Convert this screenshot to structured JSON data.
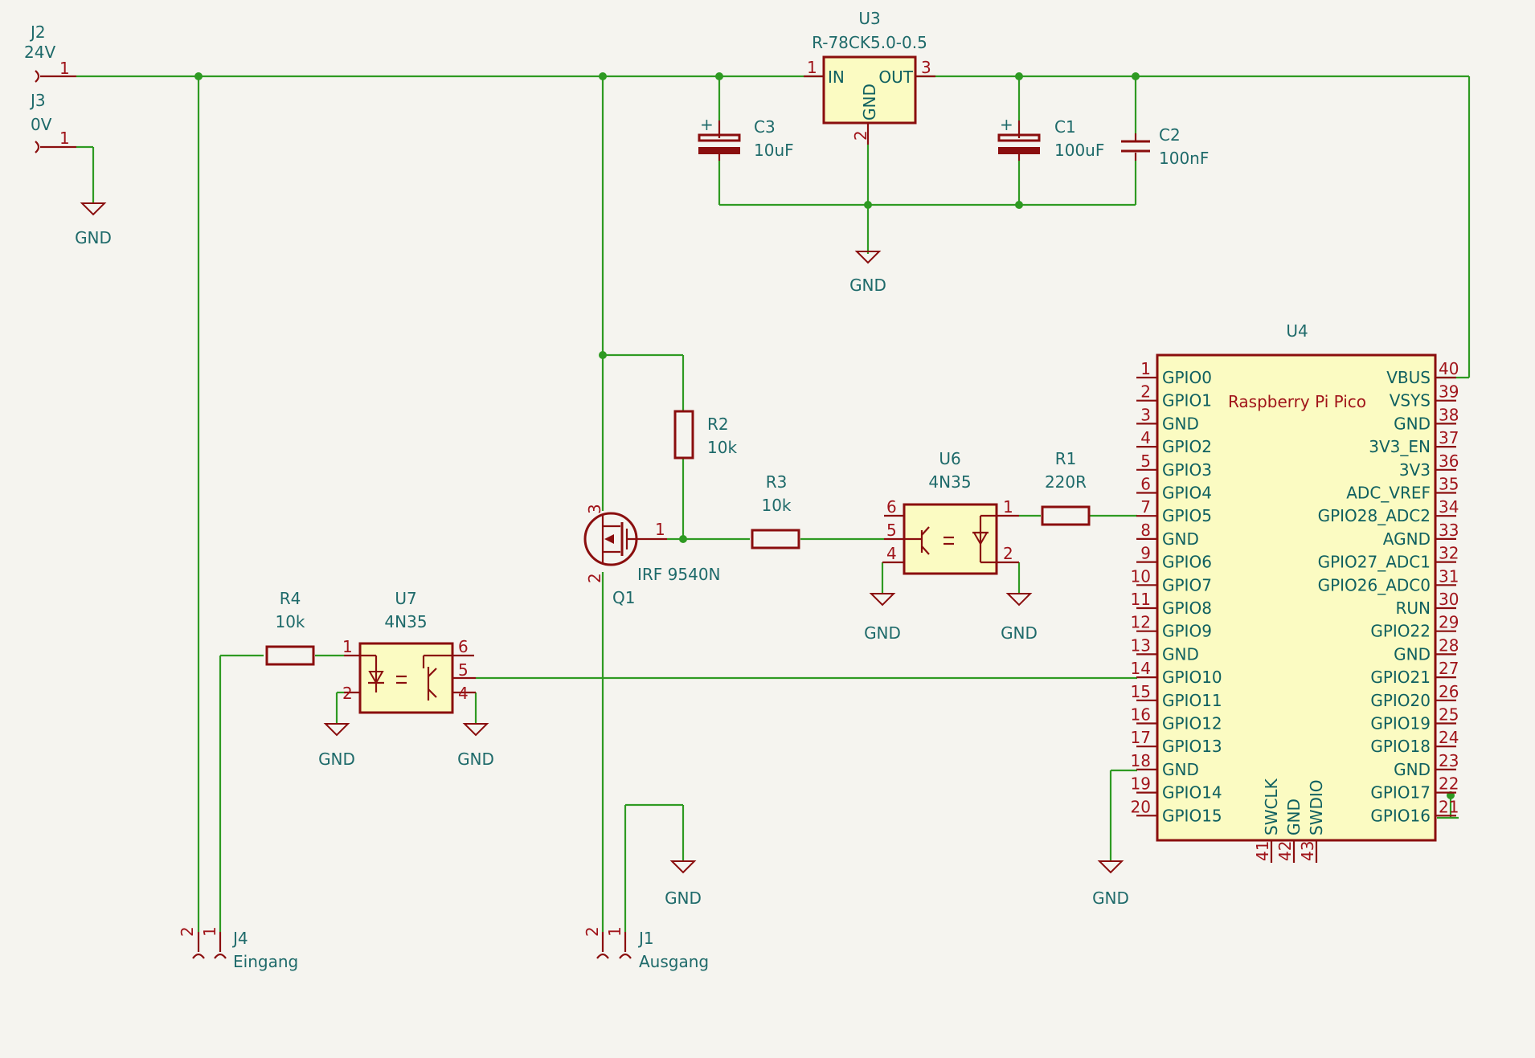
{
  "connectors": {
    "j2": {
      "ref": "J2",
      "value": "24V",
      "pin1": "1"
    },
    "j3": {
      "ref": "J3",
      "value": "0V",
      "pin1": "1"
    },
    "j4": {
      "ref": "J4",
      "value": "Eingang",
      "pin1": "1",
      "pin2": "2"
    },
    "j1": {
      "ref": "J1",
      "value": "Ausgang",
      "pin1": "1",
      "pin2": "2"
    }
  },
  "regulator": {
    "ref": "U3",
    "value": "R-78CK5.0-0.5",
    "pin_in": "IN",
    "pin_out": "OUT",
    "pin_gnd": "GND",
    "n_in": "1",
    "n_gnd": "2",
    "n_out": "3"
  },
  "capacitors": {
    "c3": {
      "ref": "C3",
      "value": "10uF",
      "polarity": "+"
    },
    "c1": {
      "ref": "C1",
      "value": "100uF",
      "polarity": "+"
    },
    "c2": {
      "ref": "C2",
      "value": "100nF"
    }
  },
  "resistors": {
    "r1": {
      "ref": "R1",
      "value": "220R"
    },
    "r2": {
      "ref": "R2",
      "value": "10k"
    },
    "r3": {
      "ref": "R3",
      "value": "10k"
    },
    "r4": {
      "ref": "R4",
      "value": "10k"
    }
  },
  "mosfet": {
    "ref": "Q1",
    "value": "IRF 9540N",
    "pin1": "1",
    "pin2": "2",
    "pin3": "3"
  },
  "optocouplers": {
    "u6": {
      "ref": "U6",
      "value": "4N35",
      "pins": [
        "1",
        "2",
        "4",
        "5",
        "6"
      ]
    },
    "u7": {
      "ref": "U7",
      "value": "4N35",
      "pins": [
        "1",
        "2",
        "4",
        "5",
        "6"
      ]
    }
  },
  "gnd_label": "GND",
  "pico": {
    "ref": "U4",
    "value": "Raspberry Pi Pico",
    "left_pins": [
      {
        "num": "1",
        "name": "GPIO0"
      },
      {
        "num": "2",
        "name": "GPIO1"
      },
      {
        "num": "3",
        "name": "GND"
      },
      {
        "num": "4",
        "name": "GPIO2"
      },
      {
        "num": "5",
        "name": "GPIO3"
      },
      {
        "num": "6",
        "name": "GPIO4"
      },
      {
        "num": "7",
        "name": "GPIO5"
      },
      {
        "num": "8",
        "name": "GND"
      },
      {
        "num": "9",
        "name": "GPIO6"
      },
      {
        "num": "10",
        "name": "GPIO7"
      },
      {
        "num": "11",
        "name": "GPIO8"
      },
      {
        "num": "12",
        "name": "GPIO9"
      },
      {
        "num": "13",
        "name": "GND"
      },
      {
        "num": "14",
        "name": "GPIO10"
      },
      {
        "num": "15",
        "name": "GPIO11"
      },
      {
        "num": "16",
        "name": "GPIO12"
      },
      {
        "num": "17",
        "name": "GPIO13"
      },
      {
        "num": "18",
        "name": "GND"
      },
      {
        "num": "19",
        "name": "GPIO14"
      },
      {
        "num": "20",
        "name": "GPIO15"
      }
    ],
    "right_pins": [
      {
        "num": "40",
        "name": "VBUS"
      },
      {
        "num": "39",
        "name": "VSYS"
      },
      {
        "num": "38",
        "name": "GND"
      },
      {
        "num": "37",
        "name": "3V3_EN"
      },
      {
        "num": "36",
        "name": "3V3"
      },
      {
        "num": "35",
        "name": "ADC_VREF"
      },
      {
        "num": "34",
        "name": "GPIO28_ADC2"
      },
      {
        "num": "33",
        "name": "AGND"
      },
      {
        "num": "32",
        "name": "GPIO27_ADC1"
      },
      {
        "num": "31",
        "name": "GPIO26_ADC0"
      },
      {
        "num": "30",
        "name": "RUN"
      },
      {
        "num": "29",
        "name": "GPIO22"
      },
      {
        "num": "28",
        "name": "GND"
      },
      {
        "num": "27",
        "name": "GPIO21"
      },
      {
        "num": "26",
        "name": "GPIO20"
      },
      {
        "num": "25",
        "name": "GPIO19"
      },
      {
        "num": "24",
        "name": "GPIO18"
      },
      {
        "num": "23",
        "name": "GND"
      },
      {
        "num": "22",
        "name": "GPIO17"
      },
      {
        "num": "21",
        "name": "GPIO16"
      }
    ],
    "bottom_pins": [
      {
        "num": "41",
        "name": "SWCLK"
      },
      {
        "num": "42",
        "name": "GND"
      },
      {
        "num": "43",
        "name": "SWDIO"
      }
    ]
  }
}
